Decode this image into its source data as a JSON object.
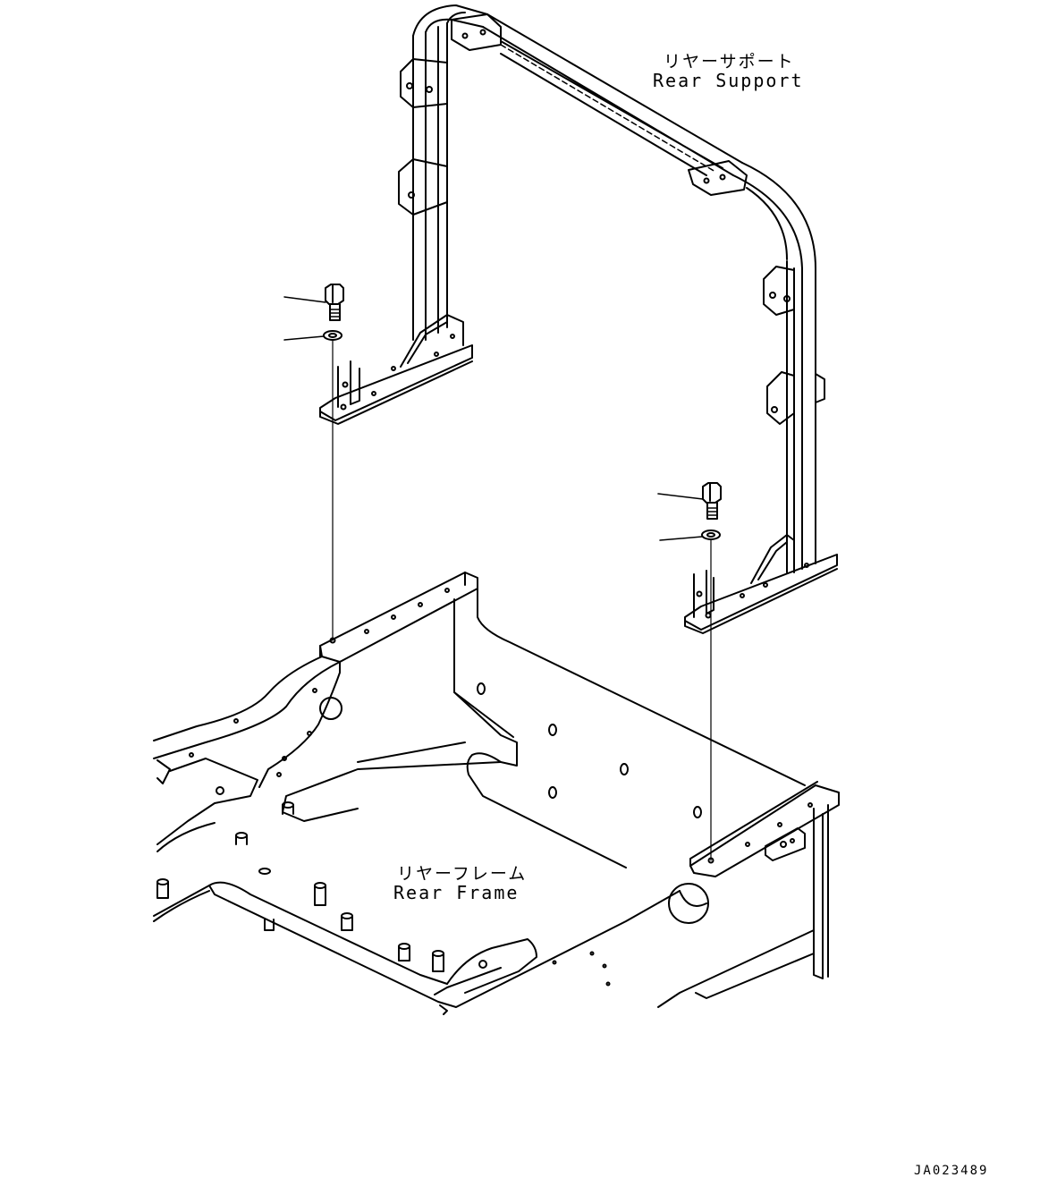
{
  "labels": {
    "rear_support_jp": "リヤーサポート",
    "rear_support_en": "Rear Support",
    "rear_frame_jp": "リヤーフレーム",
    "rear_frame_en": "Rear Frame",
    "drawing_code": "JA023489"
  },
  "colors": {
    "line": "#000000",
    "background": "#ffffff"
  }
}
